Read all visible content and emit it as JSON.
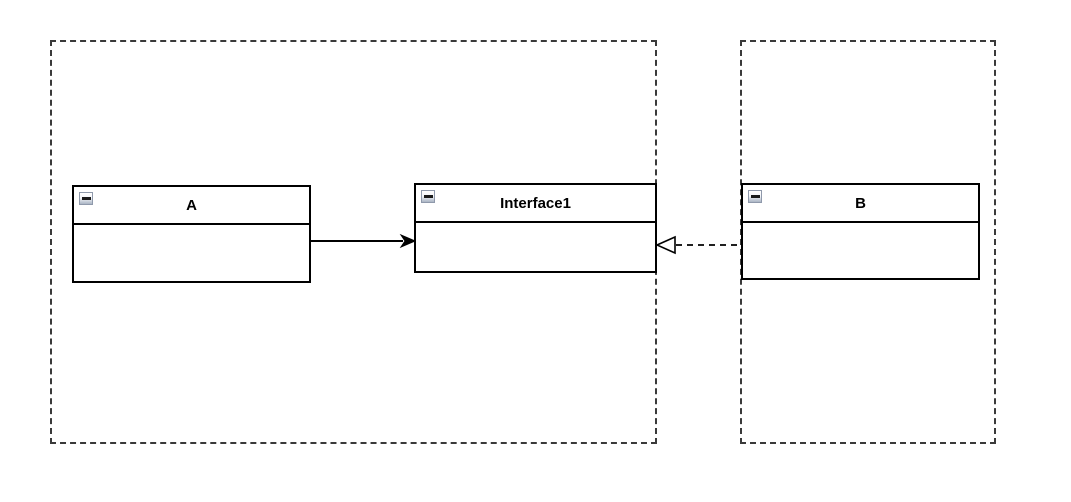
{
  "diagram": {
    "classes": [
      {
        "label": "A",
        "compartments": 1,
        "collapse_icon": "minus-icon"
      },
      {
        "label": "Interface1",
        "compartments": 1,
        "collapse_icon": "minus-icon"
      },
      {
        "label": "B",
        "compartments": 1,
        "collapse_icon": "minus-icon"
      }
    ],
    "containers": [
      {
        "name": "left-dashed-group",
        "contains": [
          "A",
          "Interface1"
        ]
      },
      {
        "name": "right-dashed-group",
        "contains": [
          "B"
        ]
      }
    ],
    "relationships": [
      {
        "type": "directed-association",
        "from": "A",
        "to": "Interface1",
        "line": "solid",
        "arrowhead": "filled-arrow"
      },
      {
        "type": "realization",
        "from": "B",
        "to": "Interface1",
        "line": "dashed",
        "arrowhead": "hollow-triangle"
      }
    ],
    "colors": {
      "background": "#ffffff",
      "shape_stroke": "#000000",
      "shape_fill": "#ffffff",
      "container_stroke": "#3a3a3a",
      "collapse_button_border": "#8f99ab",
      "collapse_button_fill": "#aab4c4",
      "collapse_bar": "#1a1a1a"
    }
  }
}
